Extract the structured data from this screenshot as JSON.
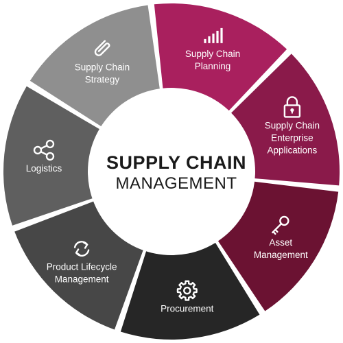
{
  "center": {
    "title": "SUPPLY CHAIN",
    "subtitle": "MANAGEMENT"
  },
  "segments": [
    {
      "lines": [
        "Supply Chain",
        "Planning"
      ],
      "icon": "bar-chart-icon",
      "color": "#a9205e"
    },
    {
      "lines": [
        "Supply Chain",
        "Enterprise",
        "Applications"
      ],
      "icon": "padlock-icon",
      "color": "#8a1a4a"
    },
    {
      "lines": [
        "Asset",
        "Management"
      ],
      "icon": "key-icon",
      "color": "#6b1232"
    },
    {
      "lines": [
        "Procurement"
      ],
      "icon": "gear-icon",
      "color": "#262626"
    },
    {
      "lines": [
        "Product Lifecycle",
        "Management"
      ],
      "icon": "refresh-icon",
      "color": "#474747"
    },
    {
      "lines": [
        "Logistics"
      ],
      "icon": "share-icon",
      "color": "#5f5f5f"
    },
    {
      "lines": [
        "Supply Chain",
        "Strategy"
      ],
      "icon": "paperclip-icon",
      "color": "#8f8f8f"
    }
  ]
}
